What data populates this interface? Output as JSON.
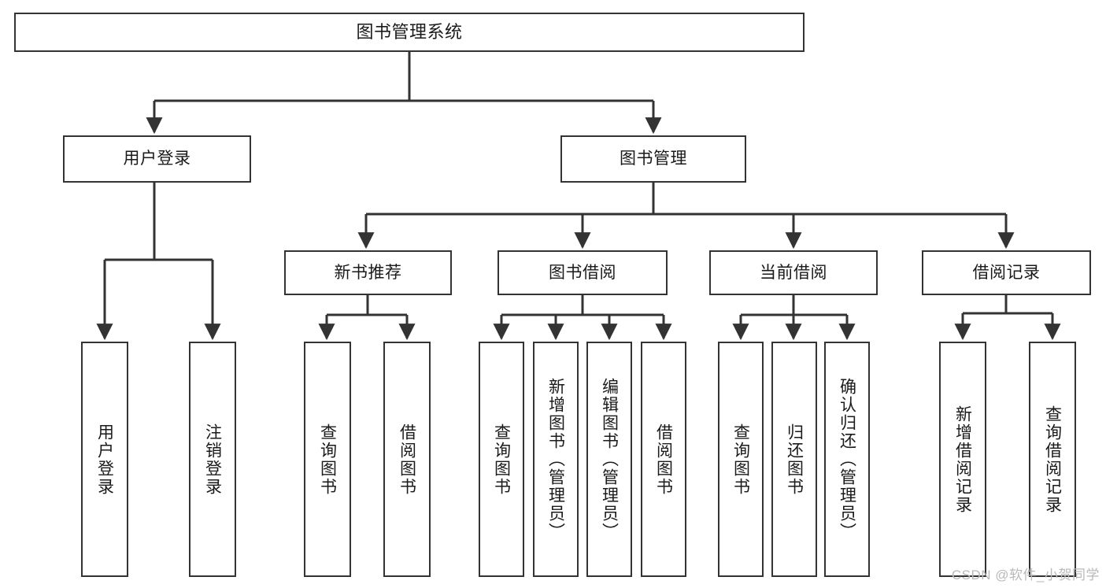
{
  "diagram": {
    "title": "图书管理系统",
    "type": "tree",
    "colors": {
      "line": "#333333",
      "box_border": "#333333",
      "box_fill": "#ffffff",
      "text": "#1a1a1a",
      "watermark": "#b9b9b9",
      "background": "#ffffff"
    },
    "nodes": {
      "root": {
        "label": "图书管理系统"
      },
      "level2": [
        {
          "id": "user-login",
          "label": "用户登录"
        },
        {
          "id": "book-manage",
          "label": "图书管理"
        }
      ],
      "level3": [
        {
          "id": "new-book-recommend",
          "label": "新书推荐"
        },
        {
          "id": "book-borrow",
          "label": "图书借阅"
        },
        {
          "id": "current-borrow",
          "label": "当前借阅"
        },
        {
          "id": "borrow-record",
          "label": "借阅记录"
        }
      ],
      "leaves": {
        "user_login": [
          {
            "id": "leaf-user-login",
            "label": "用户登录"
          },
          {
            "id": "leaf-logout",
            "label": "注销登录"
          }
        ],
        "new_book_recommend": [
          {
            "id": "leaf-query-book-1",
            "label": "查询图书"
          },
          {
            "id": "leaf-borrow-book-1",
            "label": "借阅图书"
          }
        ],
        "book_borrow": [
          {
            "id": "leaf-query-book-2",
            "label": "查询图书"
          },
          {
            "id": "leaf-add-book",
            "label": "新增图书（管理员）"
          },
          {
            "id": "leaf-edit-book",
            "label": "编辑图书（管理员）"
          },
          {
            "id": "leaf-borrow-book-2",
            "label": "借阅图书"
          }
        ],
        "current_borrow": [
          {
            "id": "leaf-query-book-3",
            "label": "查询图书"
          },
          {
            "id": "leaf-return-book",
            "label": "归还图书"
          },
          {
            "id": "leaf-confirm-return",
            "label": "确认归还（管理员）"
          }
        ],
        "borrow_record": [
          {
            "id": "leaf-add-record",
            "label": "新增借阅记录"
          },
          {
            "id": "leaf-query-record",
            "label": "查询借阅记录"
          }
        ]
      }
    },
    "watermark": "CSDN @软件_小贺同学"
  }
}
